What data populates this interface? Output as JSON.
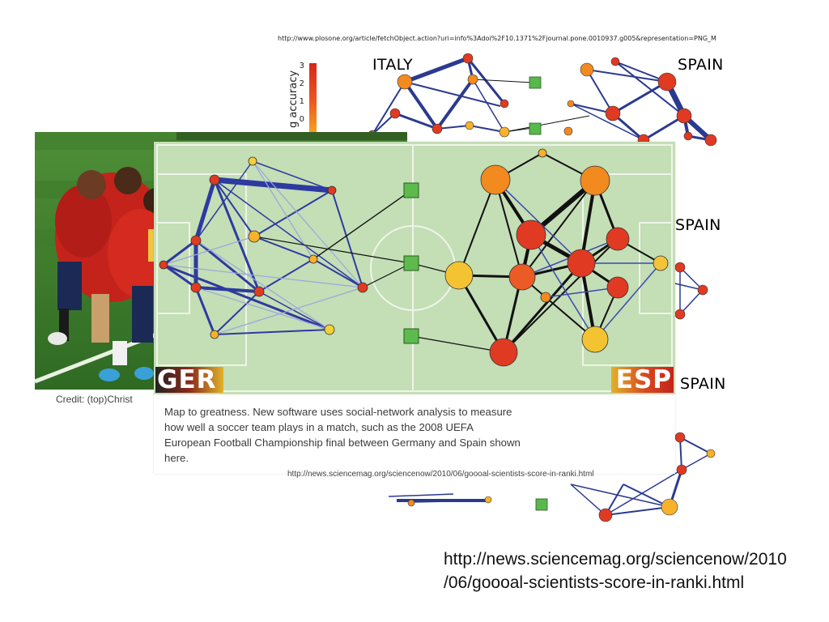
{
  "plos_figure": {
    "url": "http://www.plosone.org/article/fetchObject.action?uri=info%3Adoi%2F10.1371%2Fjournal.pone.0010937.g005&representation=PNG_M",
    "team_labels": [
      "ITALY",
      "SPAIN",
      "SPAIN",
      "SPAIN"
    ],
    "colorbar_label": "g accuracy",
    "colorbar_ticks": [
      "3",
      "2",
      "1",
      "0"
    ]
  },
  "photo": {
    "credit": "Credit: (top)Christ"
  },
  "science_card": {
    "home_tag": "GER",
    "away_tag": "ESP",
    "caption": "Map to greatness. New software uses social-network analysis to measure how well a soccer team plays in a match, such as the 2008 UEFA European Football Championship final between Germany and Spain shown here.",
    "url": "http://news.sciencemag.org/sciencenow/2010/06/goooal-scientists-score-in-ranki.html"
  },
  "main_url": {
    "line1": "http://news.sciencemag.org/sciencenow/2010",
    "line2": "/06/goooal-scientists-score-in-ranki.html"
  }
}
